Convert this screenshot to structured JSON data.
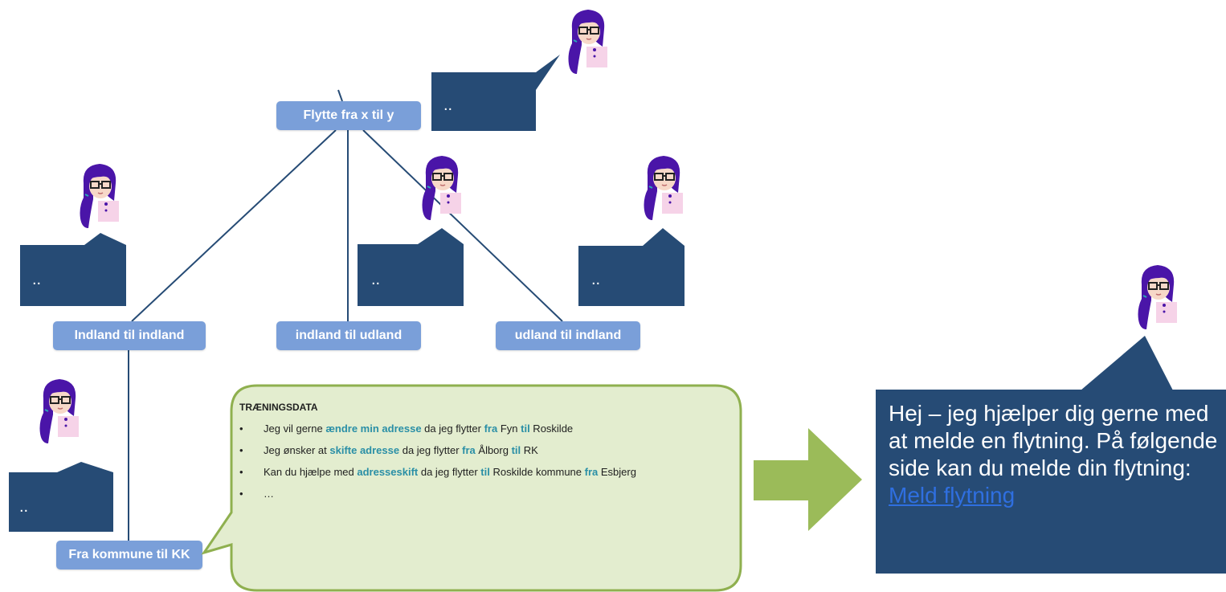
{
  "nodes": {
    "root": "Flytte fra x til y",
    "indland_indland": "Indland til indland",
    "indland_udland": "indland til udland",
    "udland_indland": "udland til indland",
    "kommune_kk": "Fra kommune til KK"
  },
  "bubbles": {
    "ellipsis": ".."
  },
  "training": {
    "header": "TRÆNINGSDATA",
    "items": [
      [
        {
          "t": "Jeg vil gerne ",
          "k": false
        },
        {
          "t": "ændre min adresse",
          "k": true
        },
        {
          "t": " da jeg flytter ",
          "k": false
        },
        {
          "t": "fra",
          "k": true
        },
        {
          "t": " Fyn ",
          "k": false
        },
        {
          "t": "til",
          "k": true
        },
        {
          "t": " Roskilde",
          "k": false
        }
      ],
      [
        {
          "t": "Jeg ønsker at ",
          "k": false
        },
        {
          "t": "skifte adresse",
          "k": true
        },
        {
          "t": " da jeg flytter ",
          "k": false
        },
        {
          "t": "fra",
          "k": true
        },
        {
          "t": " Ålborg ",
          "k": false
        },
        {
          "t": "til",
          "k": true
        },
        {
          "t": " RK",
          "k": false
        }
      ],
      [
        {
          "t": "Kan du hjælpe med ",
          "k": false
        },
        {
          "t": "adresseskift",
          "k": true
        },
        {
          "t": " da jeg flytter ",
          "k": false
        },
        {
          "t": "til",
          "k": true
        },
        {
          "t": " Roskilde kommune ",
          "k": false
        },
        {
          "t": "fra",
          "k": true
        },
        {
          "t": " Esbjerg",
          "k": false
        }
      ],
      [
        {
          "t": "…",
          "k": false
        }
      ]
    ]
  },
  "response": {
    "text": "Hej – jeg hjælper dig gerne med at melde en flytning. På følgende side kan du melde din flytning:",
    "link": "Meld flytning"
  },
  "colors": {
    "node": "#7a9fd9",
    "bubble": "#264b75",
    "line": "#264b75",
    "green_fill": "#e3edcf",
    "green_border": "#8fb04f",
    "arrow": "#9bbb59",
    "keyword": "#2a8fa6",
    "avatar_hair": "#4a15a8",
    "avatar_shirt": "#f6d3e8"
  }
}
